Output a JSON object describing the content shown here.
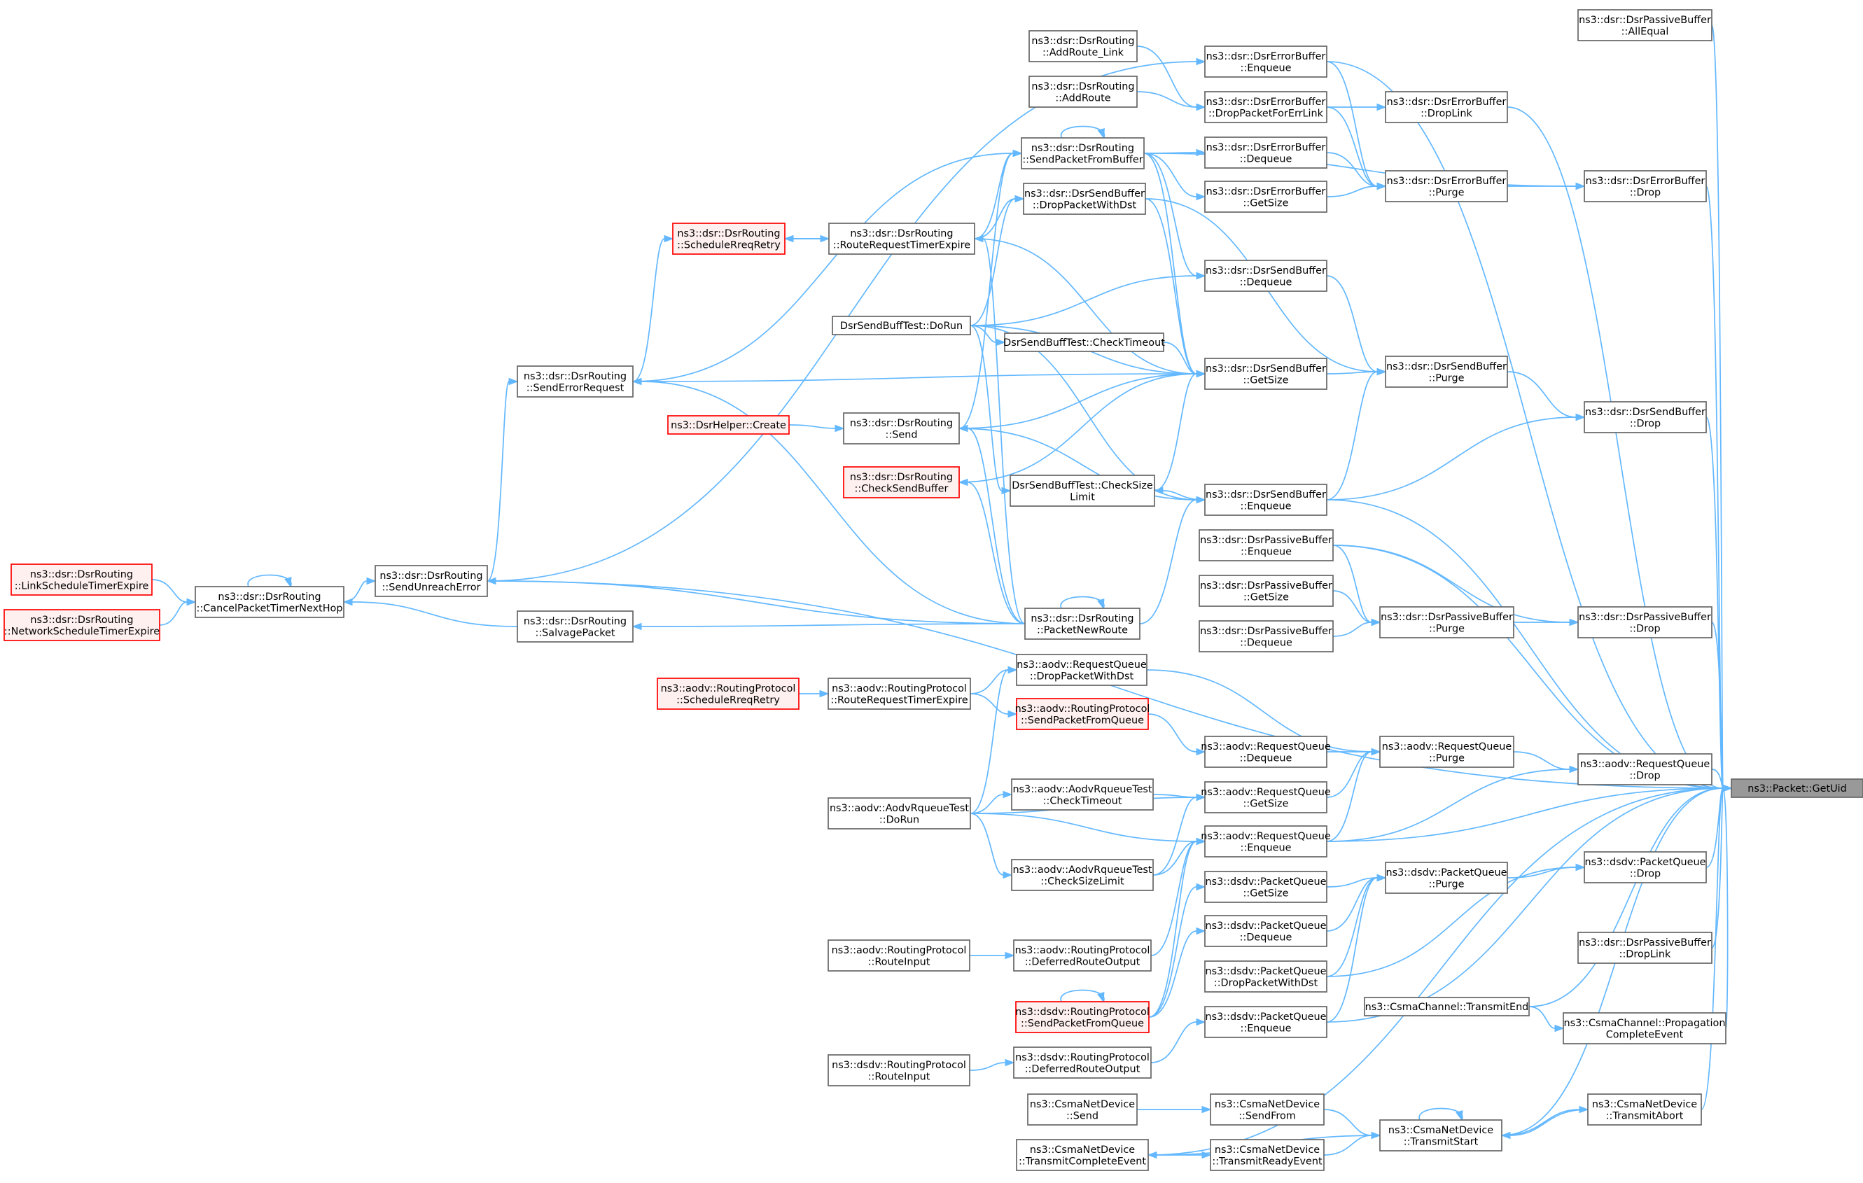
{
  "diagram": {
    "kind": "call-graph",
    "colors": {
      "edge": "#63b8ff",
      "node_border": "#666666",
      "root_fill": "#999999",
      "highlight_border": "#ff0000",
      "highlight_fill": "#fff0f0"
    },
    "nodes": [
      {
        "id": "GetUid",
        "label": [
          "ns3::Packet::GetUid"
        ],
        "style": "root"
      },
      {
        "id": "PB_AllEqual",
        "label": [
          "ns3::dsr::DsrPassiveBuffer",
          "::AllEqual"
        ]
      },
      {
        "id": "EB_Drop",
        "label": [
          "ns3::dsr::DsrErrorBuffer",
          "::Drop"
        ]
      },
      {
        "id": "SB_Drop",
        "label": [
          "ns3::dsr::DsrSendBuffer",
          "::Drop"
        ]
      },
      {
        "id": "PB_Drop",
        "label": [
          "ns3::dsr::DsrPassiveBuffer",
          "::Drop"
        ]
      },
      {
        "id": "RQ_Drop",
        "label": [
          "ns3::aodv::RequestQueue",
          "::Drop"
        ]
      },
      {
        "id": "PQ_Drop",
        "label": [
          "ns3::dsdv::PacketQueue",
          "::Drop"
        ]
      },
      {
        "id": "PB_DropLink",
        "label": [
          "ns3::dsr::DsrPassiveBuffer",
          "::DropLink"
        ]
      },
      {
        "id": "CC_Prop",
        "label": [
          "ns3::CsmaChannel::Propagation",
          "CompleteEvent"
        ]
      },
      {
        "id": "CND_TxAbort",
        "label": [
          "ns3::CsmaNetDevice",
          "::TransmitAbort"
        ]
      },
      {
        "id": "EB_DropLink",
        "label": [
          "ns3::dsr::DsrErrorBuffer",
          "::DropLink"
        ]
      },
      {
        "id": "EB_Purge",
        "label": [
          "ns3::dsr::DsrErrorBuffer",
          "::Purge"
        ]
      },
      {
        "id": "SB_Purge",
        "label": [
          "ns3::dsr::DsrSendBuffer",
          "::Purge"
        ]
      },
      {
        "id": "PB_Purge",
        "label": [
          "ns3::dsr::DsrPassiveBuffer",
          "::Purge"
        ]
      },
      {
        "id": "RQ_Purge",
        "label": [
          "ns3::aodv::RequestQueue",
          "::Purge"
        ]
      },
      {
        "id": "PQ_Purge",
        "label": [
          "ns3::dsdv::PacketQueue",
          "::Purge"
        ]
      },
      {
        "id": "CC_TxEnd",
        "label": [
          "ns3::CsmaChannel::TransmitEnd"
        ]
      },
      {
        "id": "CND_TxStart",
        "label": [
          "ns3::CsmaNetDevice",
          "::TransmitStart"
        ]
      },
      {
        "id": "EB_Enqueue",
        "label": [
          "ns3::dsr::DsrErrorBuffer",
          "::Enqueue"
        ]
      },
      {
        "id": "EB_DropPFEL",
        "label": [
          "ns3::dsr::DsrErrorBuffer",
          "::DropPacketForErrLink"
        ]
      },
      {
        "id": "EB_Dequeue",
        "label": [
          "ns3::dsr::DsrErrorBuffer",
          "::Dequeue"
        ]
      },
      {
        "id": "EB_GetSize",
        "label": [
          "ns3::dsr::DsrErrorBuffer",
          "::GetSize"
        ]
      },
      {
        "id": "SB_Dequeue",
        "label": [
          "ns3::dsr::DsrSendBuffer",
          "::Dequeue"
        ]
      },
      {
        "id": "SB_GetSize",
        "label": [
          "ns3::dsr::DsrSendBuffer",
          "::GetSize"
        ]
      },
      {
        "id": "SB_Enqueue",
        "label": [
          "ns3::dsr::DsrSendBuffer",
          "::Enqueue"
        ]
      },
      {
        "id": "PB_Enqueue",
        "label": [
          "ns3::dsr::DsrPassiveBuffer",
          "::Enqueue"
        ]
      },
      {
        "id": "PB_GetSize",
        "label": [
          "ns3::dsr::DsrPassiveBuffer",
          "::GetSize"
        ]
      },
      {
        "id": "PB_Dequeue",
        "label": [
          "ns3::dsr::DsrPassiveBuffer",
          "::Dequeue"
        ]
      },
      {
        "id": "RQ_DropPWD",
        "label": [
          "ns3::aodv::RequestQueue",
          "::DropPacketWithDst"
        ]
      },
      {
        "id": "RQ_Dequeue",
        "label": [
          "ns3::aodv::RequestQueue",
          "::Dequeue"
        ]
      },
      {
        "id": "RQ_GetSize",
        "label": [
          "ns3::aodv::RequestQueue",
          "::GetSize"
        ]
      },
      {
        "id": "RQ_Enqueue",
        "label": [
          "ns3::aodv::RequestQueue",
          "::Enqueue"
        ]
      },
      {
        "id": "PQ_GetSize",
        "label": [
          "ns3::dsdv::PacketQueue",
          "::GetSize"
        ]
      },
      {
        "id": "PQ_Dequeue",
        "label": [
          "ns3::dsdv::PacketQueue",
          "::Dequeue"
        ]
      },
      {
        "id": "PQ_DropPWD",
        "label": [
          "ns3::dsdv::PacketQueue",
          "::DropPacketWithDst"
        ]
      },
      {
        "id": "PQ_Enqueue",
        "label": [
          "ns3::dsdv::PacketQueue",
          "::Enqueue"
        ]
      },
      {
        "id": "CND_SendFrom",
        "label": [
          "ns3::CsmaNetDevice",
          "::SendFrom"
        ]
      },
      {
        "id": "CND_TxReady",
        "label": [
          "ns3::CsmaNetDevice",
          "::TransmitReadyEvent"
        ]
      },
      {
        "id": "DR_AddRouteLink",
        "label": [
          "ns3::dsr::DsrRouting",
          "::AddRoute_Link"
        ]
      },
      {
        "id": "DR_AddRoute",
        "label": [
          "ns3::dsr::DsrRouting",
          "::AddRoute"
        ]
      },
      {
        "id": "DR_SPFB",
        "label": [
          "ns3::dsr::DsrRouting",
          "::SendPacketFromBuffer"
        ]
      },
      {
        "id": "SB_DropPWD",
        "label": [
          "ns3::dsr::DsrSendBuffer",
          "::DropPacketWithDst"
        ]
      },
      {
        "id": "T_CheckTimeout",
        "label": [
          "DsrSendBuffTest::CheckTimeout"
        ]
      },
      {
        "id": "T_CheckSizeLimit",
        "label": [
          "DsrSendBuffTest::CheckSize",
          "Limit"
        ]
      },
      {
        "id": "DR_PacketNewRoute",
        "label": [
          "ns3::dsr::DsrRouting",
          "::PacketNewRoute"
        ]
      },
      {
        "id": "AR_SPFQ",
        "label": [
          "ns3::aodv::RoutingProtocol",
          "::SendPacketFromQueue"
        ],
        "style": "red"
      },
      {
        "id": "AT_CheckTimeout",
        "label": [
          "ns3::aodv::AodvRqueueTest",
          "::CheckTimeout"
        ]
      },
      {
        "id": "AT_CheckSizeLimit",
        "label": [
          "ns3::aodv::AodvRqueueTest",
          "::CheckSizeLimit"
        ]
      },
      {
        "id": "AR_DRO",
        "label": [
          "ns3::aodv::RoutingProtocol",
          "::DeferredRouteOutput"
        ]
      },
      {
        "id": "DS_SPFQ",
        "label": [
          "ns3::dsdv::RoutingProtocol",
          "::SendPacketFromQueue"
        ],
        "style": "red"
      },
      {
        "id": "DS_DRO",
        "label": [
          "ns3::dsdv::RoutingProtocol",
          "::DeferredRouteOutput"
        ]
      },
      {
        "id": "CND_Send",
        "label": [
          "ns3::CsmaNetDevice",
          "::Send"
        ]
      },
      {
        "id": "CND_TxComplete",
        "label": [
          "ns3::CsmaNetDevice",
          "::TransmitCompleteEvent"
        ]
      },
      {
        "id": "DR_RRTE",
        "label": [
          "ns3::dsr::DsrRouting",
          "::RouteRequestTimerExpire"
        ]
      },
      {
        "id": "T_DoRun",
        "label": [
          "DsrSendBuffTest::DoRun"
        ]
      },
      {
        "id": "DR_Send",
        "label": [
          "ns3::dsr::DsrRouting",
          "::Send"
        ]
      },
      {
        "id": "DR_CheckSendBuffer",
        "label": [
          "ns3::dsr::DsrRouting",
          "::CheckSendBuffer"
        ],
        "style": "red"
      },
      {
        "id": "AR_RRTE",
        "label": [
          "ns3::aodv::RoutingProtocol",
          "::RouteRequestTimerExpire"
        ]
      },
      {
        "id": "AT_DoRun",
        "label": [
          "ns3::aodv::AodvRqueueTest",
          "::DoRun"
        ]
      },
      {
        "id": "AR_RouteInput",
        "label": [
          "ns3::aodv::RoutingProtocol",
          "::RouteInput"
        ]
      },
      {
        "id": "DS_RouteInput",
        "label": [
          "ns3::dsdv::RoutingProtocol",
          "::RouteInput"
        ]
      },
      {
        "id": "DR_SRR",
        "label": [
          "ns3::dsr::DsrRouting",
          "::ScheduleRreqRetry"
        ],
        "style": "red"
      },
      {
        "id": "DH_Create",
        "label": [
          "ns3::DsrHelper::Create"
        ],
        "style": "red"
      },
      {
        "id": "AR_SRR",
        "label": [
          "ns3::aodv::RoutingProtocol",
          "::ScheduleRreqRetry"
        ],
        "style": "red"
      },
      {
        "id": "DR_SER",
        "label": [
          "ns3::dsr::DsrRouting",
          "::SendErrorRequest"
        ]
      },
      {
        "id": "DR_SUE",
        "label": [
          "ns3::dsr::DsrRouting",
          "::SendUnreachError"
        ]
      },
      {
        "id": "DR_SalvagePacket",
        "label": [
          "ns3::dsr::DsrRouting",
          "::SalvagePacket"
        ]
      },
      {
        "id": "DR_CPTNH",
        "label": [
          "ns3::dsr::DsrRouting",
          "::CancelPacketTimerNextHop"
        ]
      },
      {
        "id": "DR_LSTE",
        "label": [
          "ns3::dsr::DsrRouting",
          "::LinkScheduleTimerExpire"
        ],
        "style": "red"
      },
      {
        "id": "DR_NSTE",
        "label": [
          "ns3::dsr::DsrRouting",
          "::NetworkScheduleTimerExpire"
        ],
        "style": "red"
      }
    ],
    "edges": [
      [
        "PB_AllEqual",
        "GetUid"
      ],
      [
        "EB_Drop",
        "GetUid"
      ],
      [
        "SB_Drop",
        "GetUid"
      ],
      [
        "PB_Drop",
        "GetUid"
      ],
      [
        "RQ_Drop",
        "GetUid"
      ],
      [
        "PQ_Drop",
        "GetUid"
      ],
      [
        "PB_DropLink",
        "GetUid"
      ],
      [
        "CC_Prop",
        "GetUid"
      ],
      [
        "CND_TxAbort",
        "GetUid"
      ],
      [
        "CC_TxEnd",
        "GetUid"
      ],
      [
        "EB_Enqueue",
        "GetUid"
      ],
      [
        "EB_DropLink",
        "GetUid"
      ],
      [
        "SB_Enqueue",
        "GetUid"
      ],
      [
        "PB_Enqueue",
        "GetUid"
      ],
      [
        "RQ_Enqueue",
        "GetUid"
      ],
      [
        "PQ_Enqueue",
        "GetUid"
      ],
      [
        "CND_TxStart",
        "GetUid"
      ],
      [
        "CND_TxComplete",
        "GetUid"
      ],
      [
        "DR_SUE",
        "GetUid"
      ],
      [
        "EB_Purge",
        "EB_Drop"
      ],
      [
        "SB_Purge",
        "SB_Drop"
      ],
      [
        "PB_Purge",
        "PB_Drop"
      ],
      [
        "RQ_Purge",
        "RQ_Drop"
      ],
      [
        "PQ_Purge",
        "PQ_Drop"
      ],
      [
        "DR_SPFB",
        "EB_Drop"
      ],
      [
        "SB_Enqueue",
        "SB_Drop"
      ],
      [
        "PB_Enqueue",
        "PB_Drop"
      ],
      [
        "RQ_Enqueue",
        "RQ_Drop"
      ],
      [
        "PQ_DropPWD",
        "PQ_Drop"
      ],
      [
        "CND_TxStart",
        "CND_TxAbort"
      ],
      [
        "CND_TxAbort",
        "CND_TxStart"
      ],
      [
        "EB_DropPFEL",
        "EB_DropLink"
      ],
      [
        "CC_TxEnd",
        "CC_Prop"
      ],
      [
        "EB_Enqueue",
        "EB_Purge"
      ],
      [
        "EB_DropPFEL",
        "EB_Purge"
      ],
      [
        "EB_Dequeue",
        "EB_Purge"
      ],
      [
        "EB_GetSize",
        "EB_Purge"
      ],
      [
        "SB_Dequeue",
        "SB_Purge"
      ],
      [
        "SB_GetSize",
        "SB_Purge"
      ],
      [
        "SB_Enqueue",
        "SB_Purge"
      ],
      [
        "SB_DropPWD",
        "SB_Purge"
      ],
      [
        "PB_Enqueue",
        "PB_Purge"
      ],
      [
        "PB_GetSize",
        "PB_Purge"
      ],
      [
        "PB_Dequeue",
        "PB_Purge"
      ],
      [
        "RQ_DropPWD",
        "RQ_Purge"
      ],
      [
        "RQ_Dequeue",
        "RQ_Purge"
      ],
      [
        "RQ_GetSize",
        "RQ_Purge"
      ],
      [
        "RQ_Enqueue",
        "RQ_Purge"
      ],
      [
        "PQ_GetSize",
        "PQ_Purge"
      ],
      [
        "PQ_Dequeue",
        "PQ_Purge"
      ],
      [
        "PQ_DropPWD",
        "PQ_Purge"
      ],
      [
        "PQ_Enqueue",
        "PQ_Purge"
      ],
      [
        "CND_SendFrom",
        "CND_TxStart"
      ],
      [
        "CND_TxReady",
        "CND_TxStart"
      ],
      [
        "CND_TxStart",
        "CND_TxStart"
      ],
      [
        "CND_TxStart",
        "CND_TxComplete"
      ],
      [
        "DR_AddRouteLink",
        "EB_DropPFEL"
      ],
      [
        "DR_AddRoute",
        "EB_DropPFEL"
      ],
      [
        "DR_SPFB",
        "EB_Dequeue"
      ],
      [
        "DR_SPFB",
        "EB_GetSize"
      ],
      [
        "DR_SPFB",
        "SB_Dequeue"
      ],
      [
        "DR_SPFB",
        "SB_GetSize"
      ],
      [
        "DR_SPFB",
        "DR_SPFB"
      ],
      [
        "DR_SUE",
        "EB_Enqueue"
      ],
      [
        "SB_DropPWD",
        "SB_GetSize"
      ],
      [
        "T_CheckTimeout",
        "SB_GetSize"
      ],
      [
        "T_CheckSizeLimit",
        "SB_GetSize"
      ],
      [
        "DR_SER",
        "SB_GetSize"
      ],
      [
        "DR_Send",
        "SB_GetSize"
      ],
      [
        "DR_CheckSendBuffer",
        "SB_GetSize"
      ],
      [
        "DR_RRTE",
        "SB_GetSize"
      ],
      [
        "T_DoRun",
        "SB_GetSize"
      ],
      [
        "T_DoRun",
        "SB_Dequeue"
      ],
      [
        "DR_PacketNewRoute",
        "SB_Enqueue"
      ],
      [
        "DR_Send",
        "SB_Enqueue"
      ],
      [
        "T_DoRun",
        "SB_Enqueue"
      ],
      [
        "DR_PacketNewRoute",
        "DR_PacketNewRoute"
      ],
      [
        "T_DoRun",
        "T_CheckTimeout"
      ],
      [
        "T_DoRun",
        "T_CheckSizeLimit"
      ],
      [
        "SB_Enqueue",
        "T_CheckSizeLimit"
      ],
      [
        "DR_RRTE",
        "SB_DropPWD"
      ],
      [
        "T_DoRun",
        "SB_DropPWD"
      ],
      [
        "DR_RRTE",
        "DR_SPFB"
      ],
      [
        "DR_Send",
        "DR_SPFB"
      ],
      [
        "DR_SRR",
        "DR_RRTE"
      ],
      [
        "DR_RRTE",
        "DR_SRR"
      ],
      [
        "DR_SER",
        "DR_SRR"
      ],
      [
        "DH_Create",
        "DR_Send"
      ],
      [
        "DR_SER",
        "DR_SPFB"
      ],
      [
        "DR_SUE",
        "DR_SER"
      ],
      [
        "DR_PacketNewRoute",
        "DR_SER"
      ],
      [
        "DR_PacketNewRoute",
        "DR_SUE"
      ],
      [
        "DR_PacketNewRoute",
        "DR_SalvagePacket"
      ],
      [
        "DR_PacketNewRoute",
        "DR_CheckSendBuffer"
      ],
      [
        "DR_PacketNewRoute",
        "DR_Send"
      ],
      [
        "DR_PacketNewRoute",
        "DR_RRTE"
      ],
      [
        "DR_CPTNH",
        "DR_SUE"
      ],
      [
        "DR_SalvagePacket",
        "DR_CPTNH"
      ],
      [
        "DR_CPTNH",
        "DR_CPTNH"
      ],
      [
        "DR_LSTE",
        "DR_CPTNH"
      ],
      [
        "DR_NSTE",
        "DR_CPTNH"
      ],
      [
        "AR_RRTE",
        "RQ_DropPWD"
      ],
      [
        "AT_DoRun",
        "RQ_DropPWD"
      ],
      [
        "AR_SRR",
        "AR_RRTE"
      ],
      [
        "AR_SPFQ",
        "RQ_Dequeue"
      ],
      [
        "AR_RRTE",
        "AR_SPFQ"
      ],
      [
        "AT_CheckTimeout",
        "RQ_GetSize"
      ],
      [
        "AT_DoRun",
        "RQ_GetSize"
      ],
      [
        "AT_CheckSizeLimit",
        "RQ_GetSize"
      ],
      [
        "AT_DoRun",
        "AT_CheckTimeout"
      ],
      [
        "AT_DoRun",
        "AT_CheckSizeLimit"
      ],
      [
        "AT_CheckSizeLimit",
        "RQ_Enqueue"
      ],
      [
        "AT_DoRun",
        "RQ_Enqueue"
      ],
      [
        "AR_DRO",
        "RQ_Enqueue"
      ],
      [
        "AR_RouteInput",
        "AR_DRO"
      ],
      [
        "DS_SPFQ",
        "RQ_Enqueue"
      ],
      [
        "DS_SPFQ",
        "PQ_GetSize"
      ],
      [
        "DS_SPFQ",
        "PQ_Dequeue"
      ],
      [
        "DS_SPFQ",
        "DS_SPFQ"
      ],
      [
        "DS_DRO",
        "PQ_Enqueue"
      ],
      [
        "DS_RouteInput",
        "DS_DRO"
      ],
      [
        "CND_Send",
        "CND_SendFrom"
      ],
      [
        "CND_TxComplete",
        "CND_TxReady"
      ]
    ]
  }
}
